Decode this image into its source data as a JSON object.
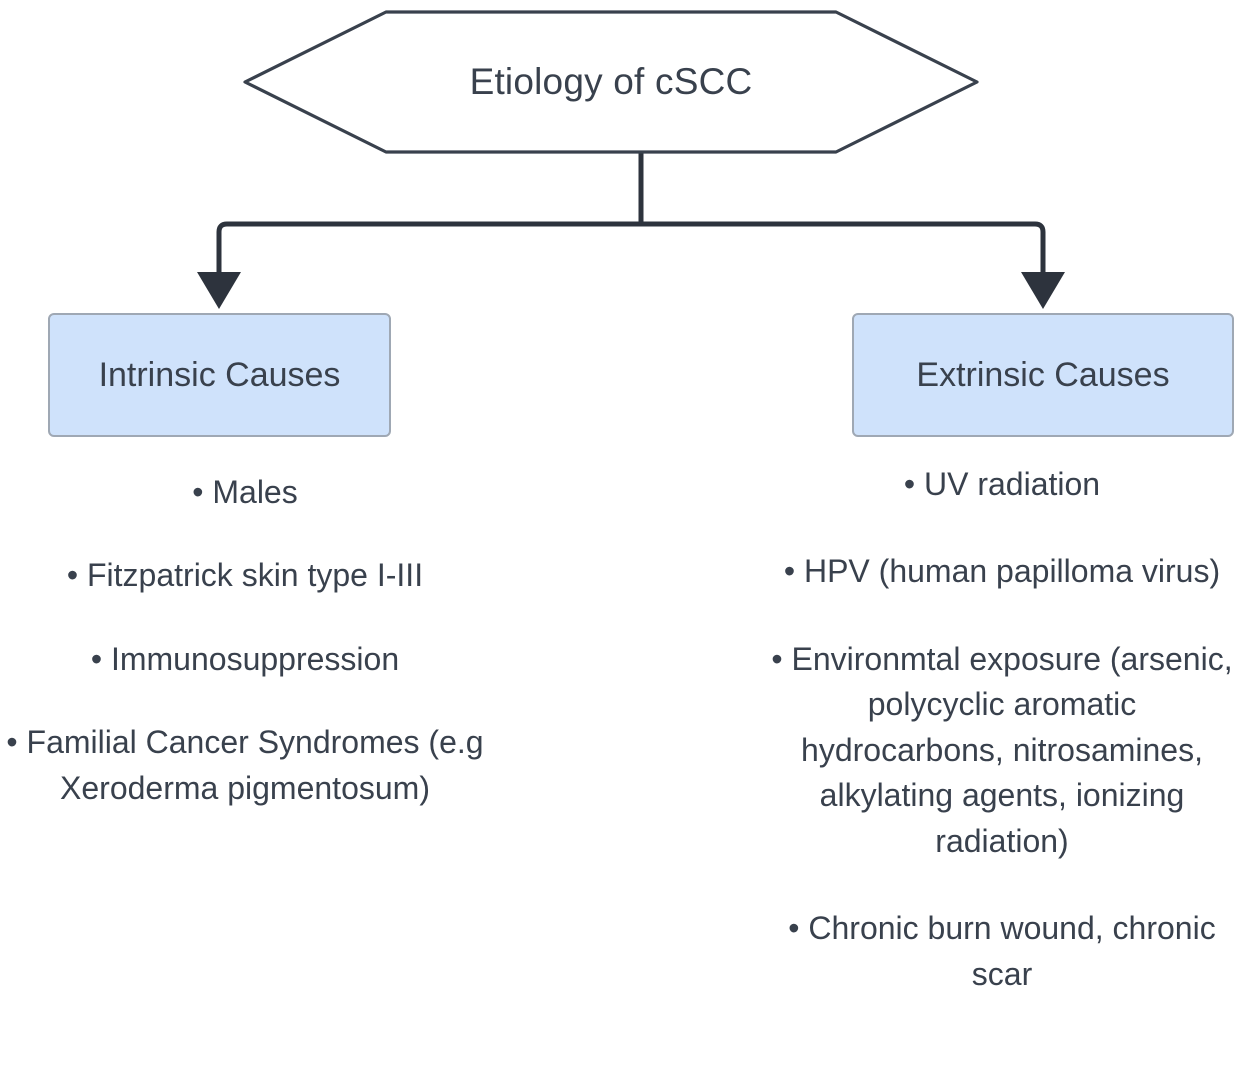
{
  "diagram": {
    "title": "Etiology of cSCC",
    "type": "flowchart",
    "colors": {
      "node_fill": "#cfe2fb",
      "node_border": "#9fa8b4",
      "text": "#39414d",
      "connector": "#2d333d",
      "background": "#ffffff"
    },
    "root": {
      "label": "Etiology of cSCC",
      "shape": "hexagon"
    },
    "branches": [
      {
        "id": "intrinsic",
        "label": "Intrinsic Causes",
        "shape": "rounded-rectangle",
        "items": [
          "• Males",
          "• Fitzpatrick skin type I-III",
          "• Immunosuppression",
          "• Familial Cancer Syndromes (e.g Xeroderma pigmentosum)"
        ]
      },
      {
        "id": "extrinsic",
        "label": "Extrinsic Causes",
        "shape": "rounded-rectangle",
        "items": [
          "• UV radiation",
          "• HPV (human papilloma virus)",
          "• Environmtal exposure (arsenic, polycyclic aromatic hydrocarbons, nitrosamines, alkylating agents, ionizing radiation)",
          "• Chronic burn wound, chronic scar"
        ]
      }
    ]
  }
}
